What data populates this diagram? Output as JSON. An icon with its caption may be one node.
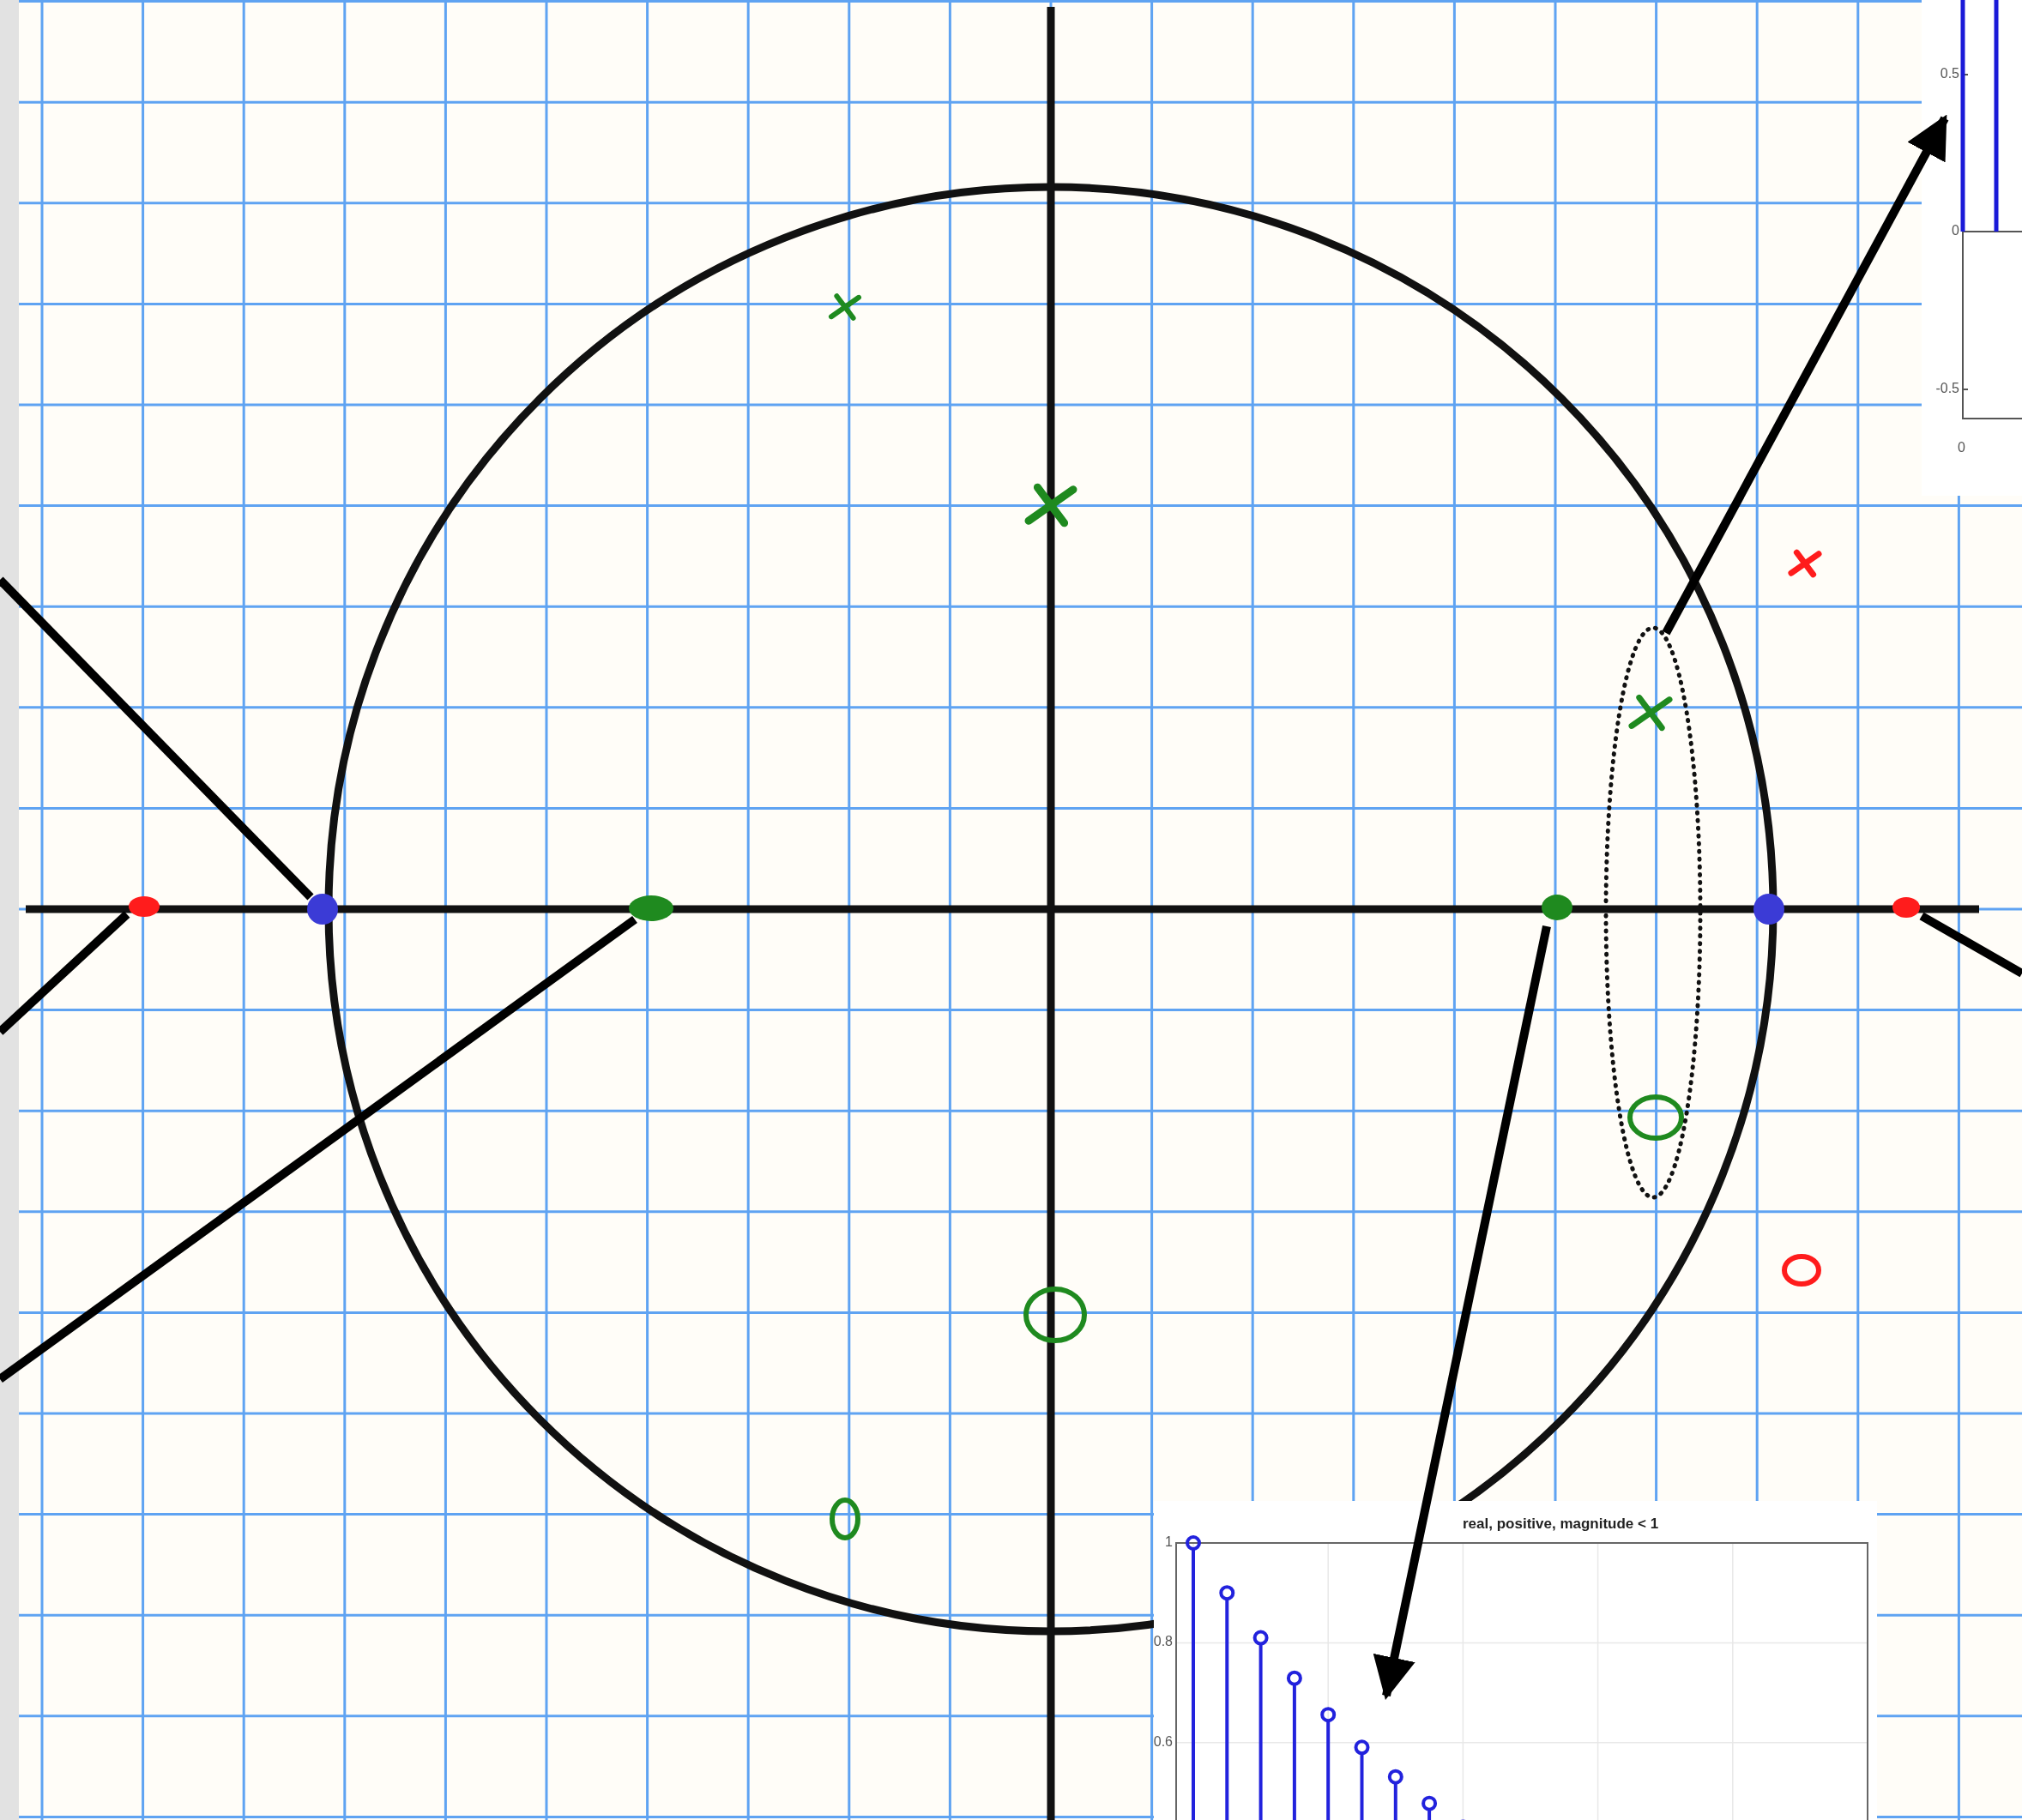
{
  "diagram": {
    "nodes": [
      {
        "text": [],
        "shape": "circle"
      },
      {
        "text": [],
        "shape": "circle"
      },
      {
        "text": [],
        "shape": "circle"
      },
      {
        "text": [],
        "shape": "circle"
      },
      {
        "text": [],
        "shape": "ellipse"
      },
      {
        "text": [],
        "shape": "circle"
      },
      {
        "text": [],
        "shape": "circle"
      },
      {
        "text": [
          "0.5",
          "0",
          "-0.5",
          "0"
        ]
      },
      {
        "text": [
          "real, positive, magnitude < 1",
          "1",
          "0.8",
          "0.6"
        ]
      }
    ],
    "edges": [
      {
        "from": 0,
        "to": null,
        "arrow": "none"
      },
      {
        "from": 1,
        "to": null,
        "arrow": "none"
      },
      {
        "from": 2,
        "to": null,
        "arrow": "none"
      },
      {
        "from": 3,
        "to": 8,
        "arrow": "to"
      },
      {
        "from": 4,
        "to": 7,
        "arrow": "to"
      },
      {
        "from": 6,
        "to": null,
        "arrow": "none"
      }
    ]
  }
}
